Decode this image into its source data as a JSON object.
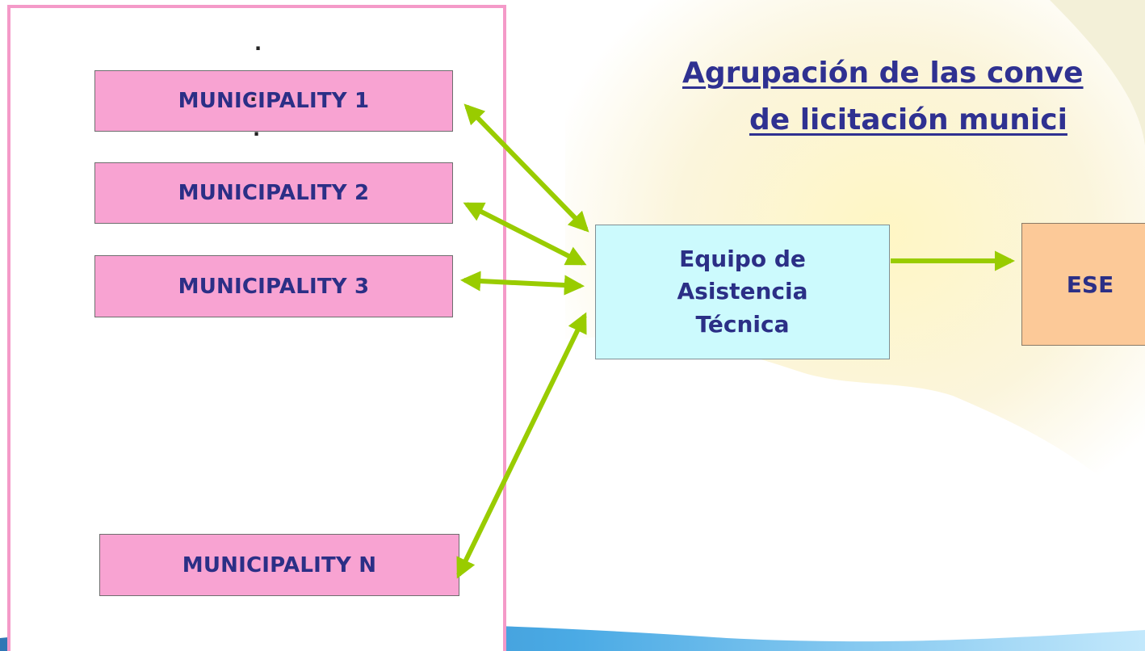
{
  "title": {
    "line1": "Agrupación de las conve",
    "line2": "de licitación munici"
  },
  "municipalities": [
    {
      "label": "MUNICIPALITY 1"
    },
    {
      "label": "MUNICIPALITY 2"
    },
    {
      "label": "MUNICIPALITY 3"
    },
    {
      "label": "MUNICIPALITY N"
    }
  ],
  "separator_dots": [
    ".",
    ".",
    "."
  ],
  "assistance_team": {
    "line1": "Equipo de",
    "line2": "Asistencia",
    "line3": "Técnica"
  },
  "ese": {
    "label": "ESE"
  },
  "colors": {
    "municipality_fill": "#f8a3d2",
    "group_border": "#f49ac8",
    "assistance_fill": "#ccfafd",
    "ese_fill": "#fcc998",
    "arrow": "#99cc00",
    "text": "#2b2f86"
  }
}
